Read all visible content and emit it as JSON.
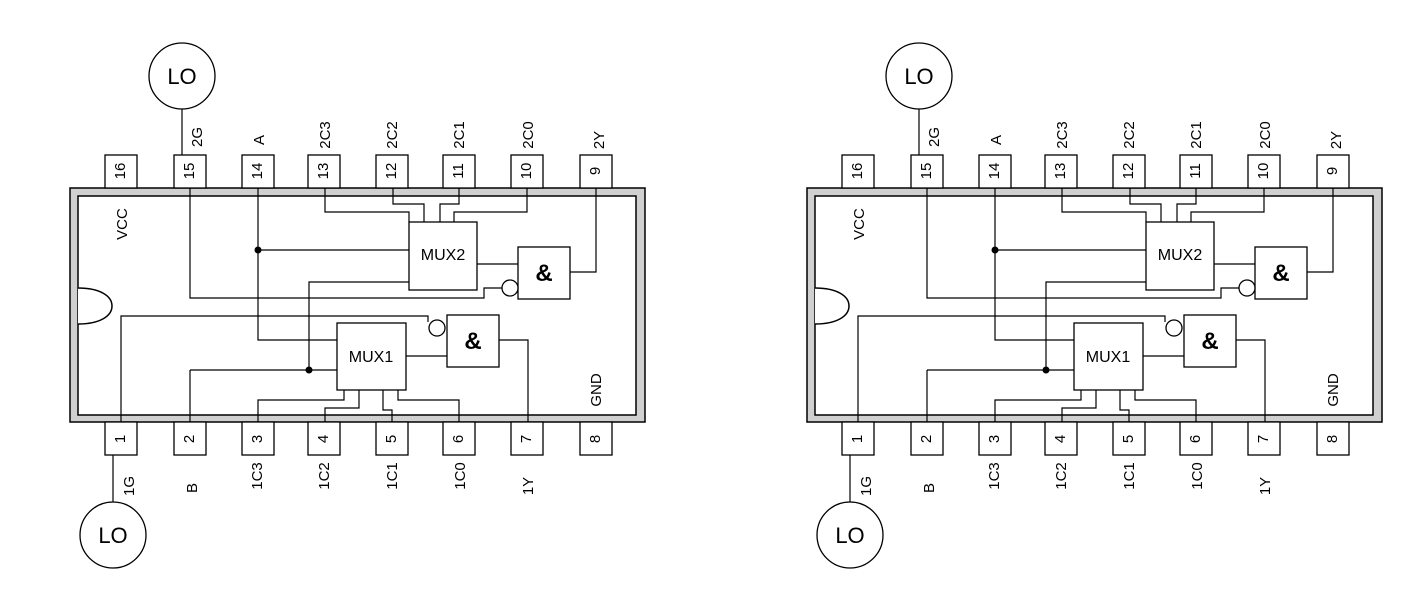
{
  "diagrams": [
    {
      "top_pins": [
        {
          "num": "16",
          "label": "VCC"
        },
        {
          "num": "15",
          "label": "2G"
        },
        {
          "num": "14",
          "label": "A"
        },
        {
          "num": "13",
          "label": "2C3"
        },
        {
          "num": "12",
          "label": "2C2"
        },
        {
          "num": "11",
          "label": "2C1"
        },
        {
          "num": "10",
          "label": "2C0"
        },
        {
          "num": "9",
          "label": "2Y"
        }
      ],
      "bottom_pins": [
        {
          "num": "1",
          "label": "1G"
        },
        {
          "num": "2",
          "label": "B"
        },
        {
          "num": "3",
          "label": "1C3"
        },
        {
          "num": "4",
          "label": "1C2"
        },
        {
          "num": "5",
          "label": "1C1"
        },
        {
          "num": "6",
          "label": "1C0"
        },
        {
          "num": "7",
          "label": "1Y"
        },
        {
          "num": "8",
          "label": "GND"
        }
      ],
      "mux1_label": "MUX1",
      "mux2_label": "MUX2",
      "gate_symbol": "&",
      "top_level": "LO",
      "bottom_level": "LO"
    },
    {
      "top_pins": [
        {
          "num": "16",
          "label": "VCC"
        },
        {
          "num": "15",
          "label": "2G"
        },
        {
          "num": "14",
          "label": "A"
        },
        {
          "num": "13",
          "label": "2C3"
        },
        {
          "num": "12",
          "label": "2C2"
        },
        {
          "num": "11",
          "label": "2C1"
        },
        {
          "num": "10",
          "label": "2C0"
        },
        {
          "num": "9",
          "label": "2Y"
        }
      ],
      "bottom_pins": [
        {
          "num": "1",
          "label": "1G"
        },
        {
          "num": "2",
          "label": "B"
        },
        {
          "num": "3",
          "label": "1C3"
        },
        {
          "num": "4",
          "label": "1C2"
        },
        {
          "num": "5",
          "label": "1C1"
        },
        {
          "num": "6",
          "label": "1C0"
        },
        {
          "num": "7",
          "label": "1Y"
        },
        {
          "num": "8",
          "label": "GND"
        }
      ],
      "mux1_label": "MUX1",
      "mux2_label": "MUX2",
      "gate_symbol": "&",
      "top_level": "LO",
      "bottom_level": "LO"
    }
  ]
}
